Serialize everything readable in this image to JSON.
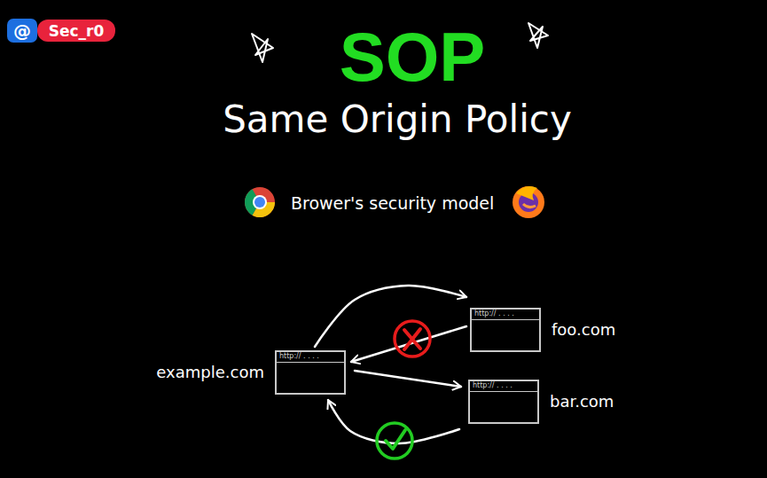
{
  "diagram": {
    "title": "SOP",
    "nodes": [
      {
        "text": [
          "@"
        ]
      },
      {
        "text": [
          "Sec_r0"
        ]
      },
      {
        "text": [
          "example.com",
          "http:// . . . ."
        ]
      },
      {
        "text": [
          "foo.com",
          "http:// . . . ."
        ]
      },
      {
        "text": [
          "bar.com",
          "http:// . . . ."
        ]
      }
    ],
    "edges": [
      {
        "from": 2,
        "to": 3,
        "arrow": "to"
      },
      {
        "from": 3,
        "to": 2,
        "arrow": "to"
      },
      {
        "from": 2,
        "to": 4,
        "arrow": "to"
      },
      {
        "from": 4,
        "to": 2,
        "arrow": "to"
      }
    ],
    "labels": [
      "Same Origin Policy",
      "Brower's security model"
    ]
  }
}
